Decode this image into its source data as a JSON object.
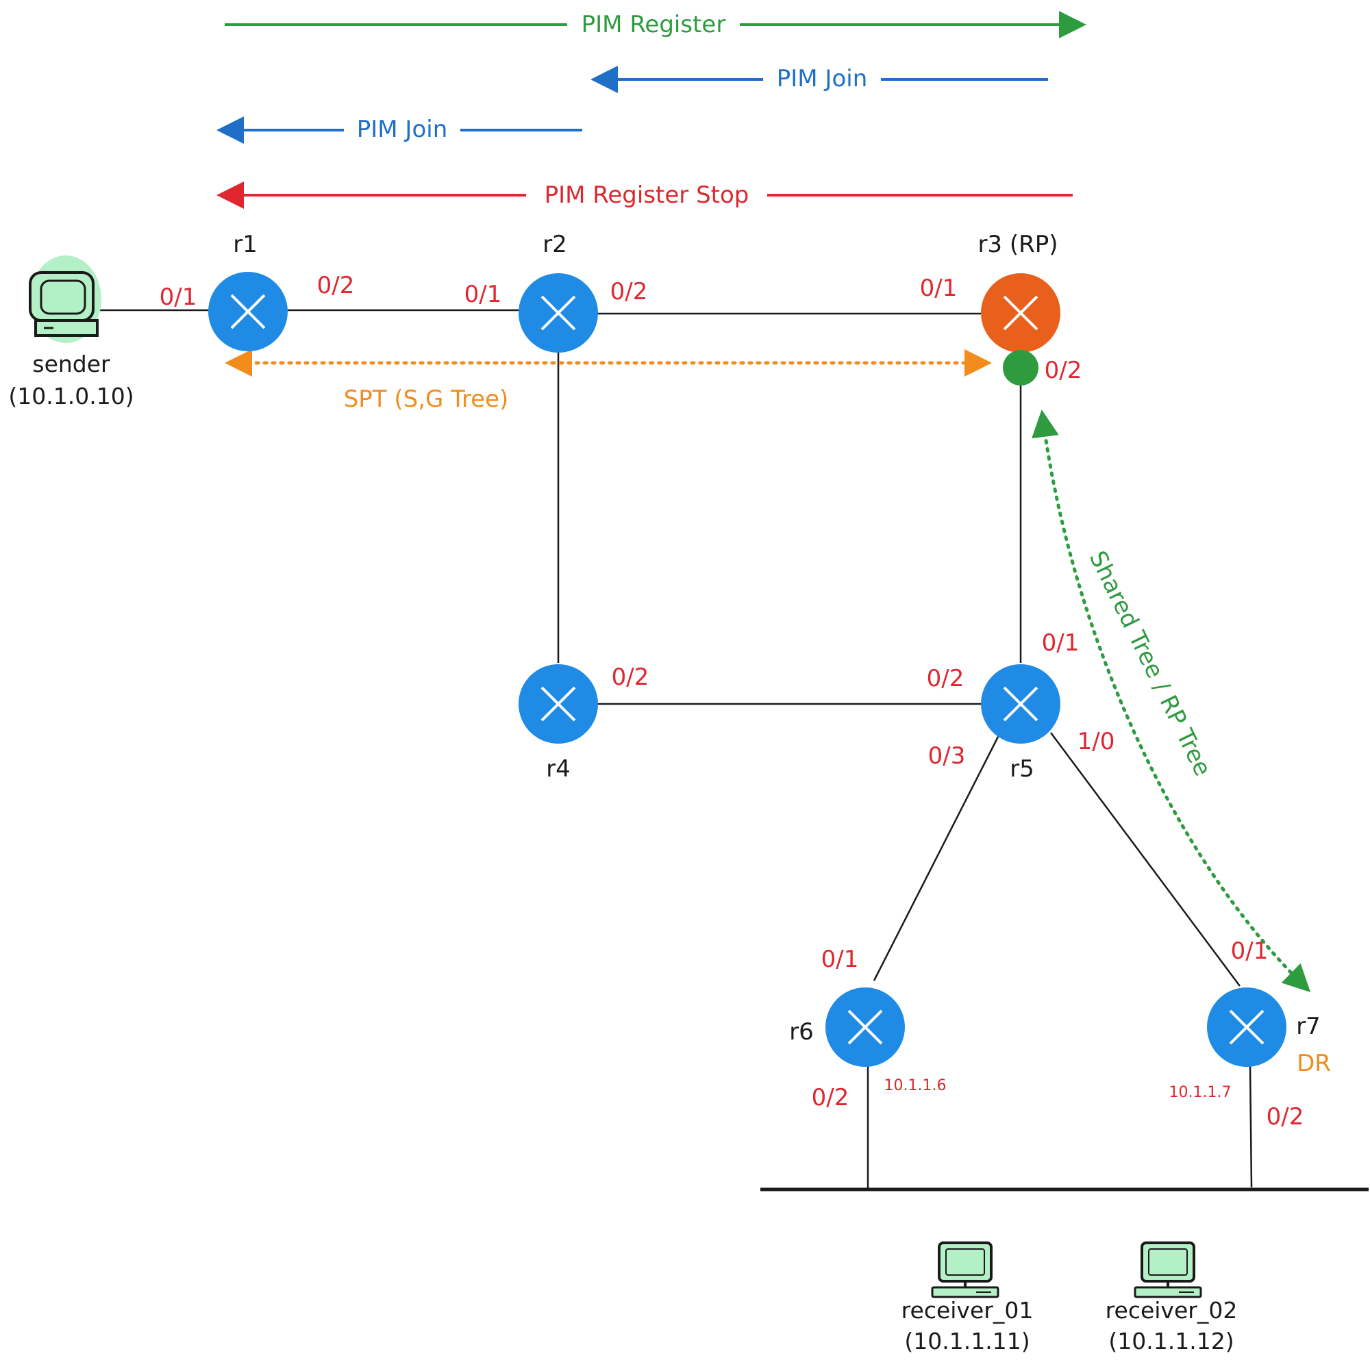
{
  "colors": {
    "register": "#2e9b3f",
    "join": "#1f6fc8",
    "register_stop": "#e0262f",
    "spt": "#f28c1c",
    "shared_tree": "#2e9b3f",
    "router": "#1f8be5",
    "rp_router": "#e8601c",
    "port_label": "#e0262f",
    "host_fill": "#b3f0c5"
  },
  "messages": {
    "pim_register": "PIM Register",
    "pim_join_upper": "PIM Join",
    "pim_join_lower": "PIM Join",
    "pim_register_stop": "PIM Register Stop"
  },
  "routers": {
    "r1": "r1",
    "r2": "r2",
    "r3": "r3 (RP)",
    "r4": "r4",
    "r5": "r5",
    "r6": "r6",
    "r7": "r7"
  },
  "r7_role": "DR",
  "hosts": {
    "sender": {
      "name": "sender",
      "ip": "(10.1.0.10)"
    },
    "receiver_01": {
      "name": "receiver_01",
      "ip": "(10.1.1.11)"
    },
    "receiver_02": {
      "name": "receiver_02",
      "ip": "(10.1.1.12)"
    }
  },
  "ports": {
    "r1_left": "0/1",
    "r1_right": "0/2",
    "r2_left": "0/1",
    "r2_right": "0/2",
    "r3_left": "0/1",
    "r3_bottom": "0/2",
    "r5_top": "0/1",
    "r5_left": "0/2",
    "r5_lower_left": "0/3",
    "r5_lower_right": "1/0",
    "r4_right": "0/2",
    "r6_top": "0/1",
    "r6_bottom": "0/2",
    "r7_top": "0/1",
    "r7_bottom": "0/2"
  },
  "ips": {
    "r6": "10.1.1.6",
    "r7": "10.1.1.7"
  },
  "trees": {
    "spt": "SPT (S,G Tree)",
    "shared": "Shared Tree / RP Tree"
  }
}
